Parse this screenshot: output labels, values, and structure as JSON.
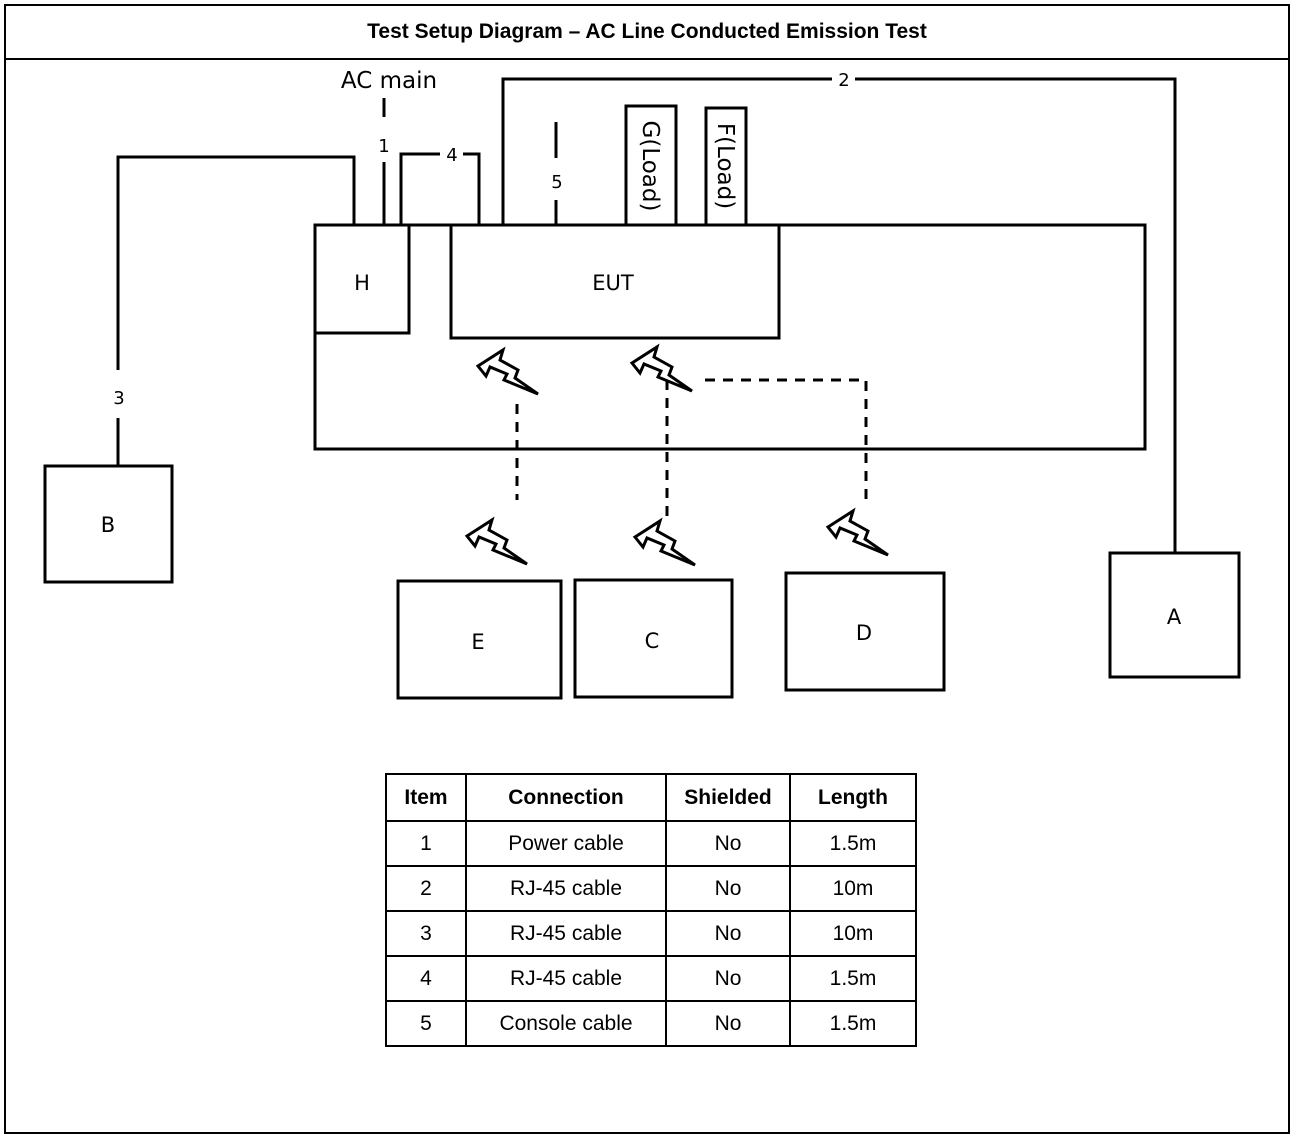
{
  "title": "Test Setup Diagram – AC Line Conducted Emission Test",
  "labels": {
    "ac_main": "AC main",
    "cable_1": "1",
    "cable_2": "2",
    "cable_3": "3",
    "cable_4": "4",
    "cable_5": "5",
    "load_g": "G(Load)",
    "load_f": "F(Load)"
  },
  "boxes": {
    "h": "H",
    "eut": "EUT",
    "a": "A",
    "b": "B",
    "c": "C",
    "d": "D",
    "e": "E"
  },
  "table": {
    "headers": [
      "Item",
      "Connection",
      "Shielded",
      "Length"
    ],
    "rows": [
      [
        "1",
        "Power cable",
        "No",
        "1.5m"
      ],
      [
        "2",
        "RJ-45 cable",
        "No",
        "10m"
      ],
      [
        "3",
        "RJ-45 cable",
        "No",
        "10m"
      ],
      [
        "4",
        "RJ-45 cable",
        "No",
        "1.5m"
      ],
      [
        "5",
        "Console cable",
        "No",
        "1.5m"
      ]
    ]
  }
}
